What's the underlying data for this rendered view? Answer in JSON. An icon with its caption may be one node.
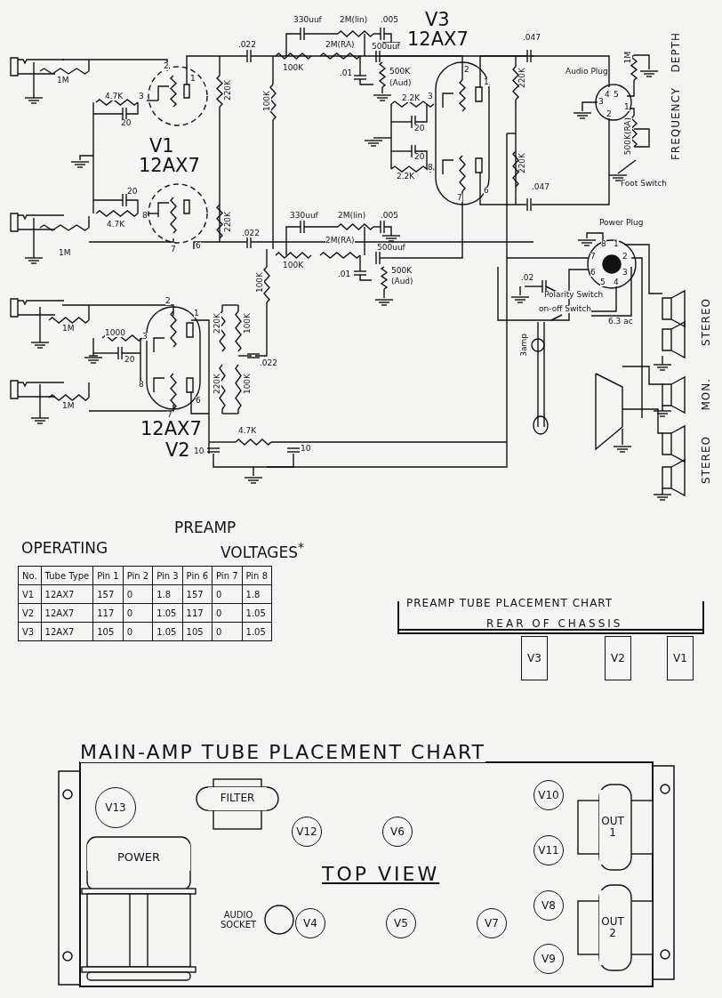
{
  "diagram": {
    "nodes": [
      {
        "text": [
          "PREAMP TUBE PLACEMENT CHART",
          "REAR OF CHASSIS"
        ]
      },
      {
        "text": [
          "V3"
        ]
      },
      {
        "text": [
          "V2"
        ]
      },
      {
        "text": [
          "V1"
        ]
      },
      {
        "text": [
          "MAIN-AMP TUBE PLACEMENT CHART",
          "TOP VIEW"
        ]
      },
      {
        "text": [
          "V13"
        ],
        "in": 4
      },
      {
        "text": [
          "FILTER"
        ],
        "in": 4
      },
      {
        "text": [
          "V12"
        ],
        "in": 4
      },
      {
        "text": [
          "V6"
        ],
        "in": 4
      },
      {
        "text": [
          "POWER"
        ],
        "in": 4
      },
      {
        "text": [
          "AUDIO SOCKET"
        ],
        "in": 4
      },
      {
        "text": [
          "V4"
        ],
        "in": 4
      },
      {
        "text": [
          "V5"
        ],
        "in": 4
      },
      {
        "text": [
          "V7"
        ],
        "in": 4
      },
      {
        "text": [
          "V10"
        ],
        "in": 4
      },
      {
        "text": [
          "V11"
        ],
        "in": 4
      },
      {
        "text": [
          "V8"
        ],
        "in": 4
      },
      {
        "text": [
          "V9"
        ],
        "in": 4
      },
      {
        "text": [
          "OUT 1"
        ],
        "in": 4
      },
      {
        "text": [
          "OUT 2"
        ],
        "in": 4
      }
    ],
    "labels": [
      "330uuf",
      "2M(lin)",
      ".005",
      ".022",
      "2M(RA)",
      "500uuf",
      "100K",
      ".01",
      "500K",
      "(Aud)",
      "V3",
      "12AX7",
      ".047",
      "Audio Plug",
      "1M",
      "DEPTH",
      "FREQUENCY",
      "500K(RA)",
      "Foot Switch",
      "1M",
      "2",
      "1",
      "4.7K",
      "3",
      "220K",
      "100K",
      "20",
      "V1",
      "12AX7",
      "2",
      "1",
      "2.2K",
      "3",
      "20",
      "20",
      "2.2K",
      "8",
      "7",
      "6",
      "220K",
      "220K",
      ".047",
      "4",
      "5",
      "3",
      "1",
      "2",
      "20",
      "4.7K",
      "8",
      "220K",
      "1M",
      "7",
      "6",
      ".022",
      "330uuf",
      "2M(lin)",
      ".005",
      "2M(RA)",
      "500uuf",
      "100K",
      "500K",
      "(Aud)",
      ".01",
      "Power Plug",
      "8",
      "1",
      "7",
      "2",
      "6",
      "3",
      "5",
      "4",
      "100K",
      ".02",
      "Polarity Switch",
      "6.3 ac",
      "on-off Switch",
      "2",
      "1",
      "1M",
      "1000",
      "3",
      "220K",
      "100K",
      "STEREO",
      "3amp",
      "20",
      ".022",
      "8",
      "220K",
      "100K",
      "MON.",
      "6",
      "7",
      "1M",
      "12AX7",
      "4.7K",
      "V2",
      "10",
      "10",
      "STEREO",
      "PREAMP",
      "OPERATING",
      "VOLTAGES$^{*}$",
      "No.",
      "Tube Type",
      "Pin 1",
      "Pin 2",
      "Pin 3",
      "Pin 6",
      "Pin 7",
      "Pin 8",
      "V1",
      "12AX7",
      "157",
      "0",
      "1.8",
      "157",
      "0",
      "1.8",
      "V2",
      "12AX7",
      "117",
      "0",
      "1.05",
      "117",
      "0",
      "1.05",
      "V3",
      "12AX7",
      "105",
      "0",
      "1.05",
      "105",
      "0",
      "1.05"
    ]
  }
}
